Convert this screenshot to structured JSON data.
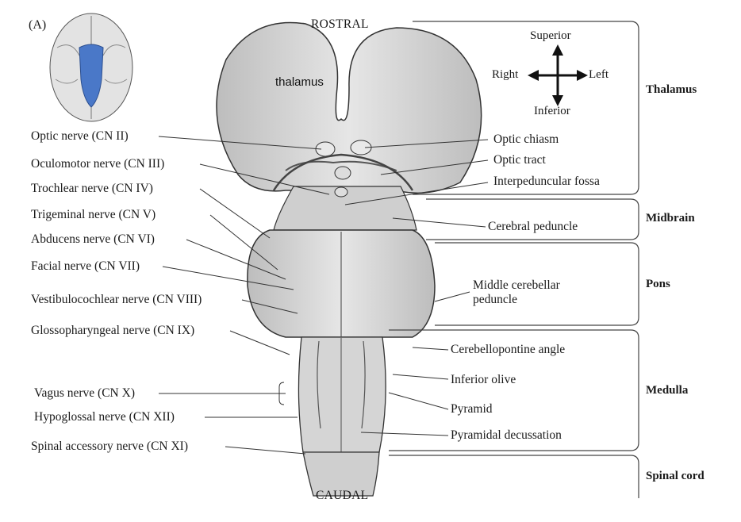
{
  "panel_label": "(A)",
  "orientation": {
    "top": "ROSTRAL",
    "bottom": "CAUDAL"
  },
  "compass": {
    "up": "Superior",
    "down": "Inferior",
    "left": "Right",
    "right": "Left"
  },
  "inline_label": "thalamus",
  "left_labels": [
    "Optic nerve (CN II)",
    "Oculomotor nerve (CN III)",
    "Trochlear nerve (CN IV)",
    "Trigeminal nerve (CN V)",
    "Abducens nerve (CN VI)",
    "Facial nerve (CN VII)",
    "Vestibulocochlear nerve (CN VIII)",
    "Glossopharyngeal nerve (CN IX)",
    "Vagus nerve (CN X)",
    "Hypoglossal nerve (CN XII)",
    "Spinal accessory nerve (CN XI)"
  ],
  "right_labels": [
    "Optic chiasm",
    "Optic tract",
    "Interpeduncular fossa",
    "Cerebral peduncle",
    "Middle cerebellar peduncle",
    "Cerebellopontine angle",
    "Inferior olive",
    "Pyramid",
    "Pyramidal decussation"
  ],
  "regions": [
    "Thalamus",
    "Midbrain",
    "Pons",
    "Medulla",
    "Spinal cord"
  ],
  "colors": {
    "inset_highlight": "#4a78c8",
    "brain_fill": "#d9d9d9",
    "line": "#333333"
  }
}
